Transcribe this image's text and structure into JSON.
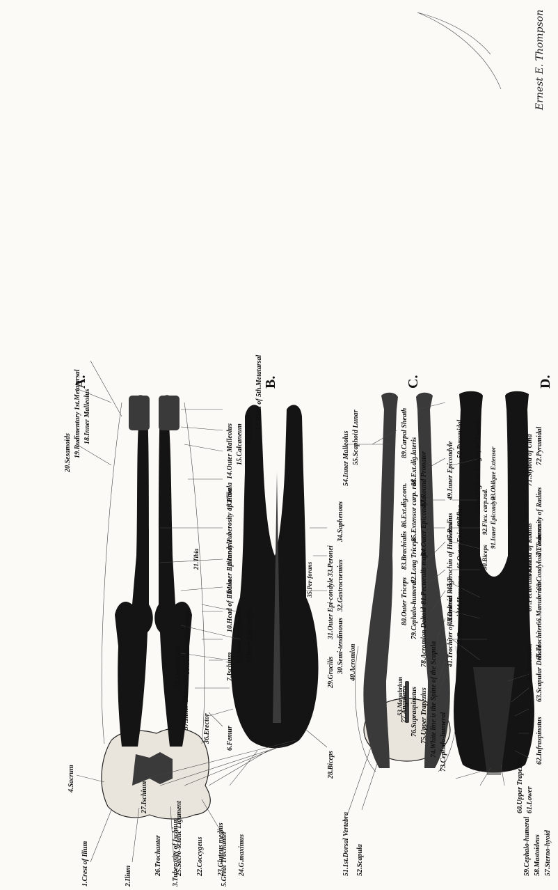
{
  "figures": {
    "a": {
      "letter": "A.",
      "labels_top": [
        "1.Crest of Ilium",
        "2.Ilium",
        "3.Tuberosity of Ischium",
        "5.Great Trochanter",
        "6.Femur",
        "7.Ischium",
        "8.Lesser Trochanter",
        "9.Outer Epicondyle",
        "10.Head of Fibula",
        "11.Inner Epicondyle",
        "12.Inner Tuberosity of Tibia",
        "13.Fibula",
        "14.Outer Malleolus",
        "15.Calcaneum",
        "16.Cuboid",
        "17.Head of 5th.Metatarsal"
      ],
      "labels_bottom": [
        "4.Sacrum",
        "21.Tibia",
        "20.Sesamoids",
        "19.Rudimentary 1st.Metatarsal",
        "18.Inner Malleolus"
      ]
    },
    "b": {
      "letter": "B.",
      "labels_top": [
        "23.Gluteus medius",
        "22.Coccygeus",
        "25.Sacro-sciatic Ligament",
        "26.Trochanter",
        "27.Ischium",
        "28.Biceps"
      ],
      "labels_bottom": [
        "24.G.maximus",
        "36.Erector",
        "37.Inner Obturator",
        "38.Levator ani",
        "39.Semimembranosus",
        "35.Per-forans",
        "29.Gracilis",
        "30.Semi-tendinosus",
        "31.Outer Epi-condyle",
        "32.Gastrocnemius",
        "33.Peronei",
        "34.Saphenous"
      ]
    },
    "c": {
      "letter": "C.",
      "labels_bottom": [
        "40.Acromion",
        "41.Trochiter of Humerus",
        "42.Coracoid",
        "43.Deltoid Ridge",
        "44.Humerus",
        "45.Trochin of Humerus",
        "46.Outer Epicondyle",
        "47.Radius",
        "48.Ulna",
        "49.Inner Epicondyle",
        "50.Pyramidal"
      ],
      "labels_top": [
        "51.1st.Dorsal Vertebra",
        "52.Scapula",
        "53.Manubrium",
        "54.Inner Malleolus",
        "55.Scaphoid Lunar",
        "56.1st.Digit or Finger, or Thumb."
      ]
    },
    "d": {
      "letter": "D.",
      "labels_top": [
        "57.Sterno-hyoid",
        "58.Mastoideus",
        "59.Cephalo-humeral",
        "60.Upper Trapezius",
        "61.Lower",
        "62.Infraspinatus",
        "63.Scapular Deltoid",
        "64.Acromion",
        "65.Trochiter",
        "66.Manubrium",
        "67.Pectoralis minor",
        "68.Condyloid Foramen",
        "69.Head of Radius",
        "70.Tuberosity of Radius",
        "71.Styloid of Ulna",
        "72.Pyramidal"
      ],
      "labels_bottom": [
        "73.Cephalo-humeral",
        "74.White line is the Spine of the Scapula",
        "75.Upper Trapezius",
        "76.Supraspinatus",
        "77.Angularis",
        "78.Acromion Deltoid",
        "79.Cephalo-humeral",
        "80.Outer Triceps",
        "81.Pectoralis major",
        "82.Long Triceps",
        "83.Brachialis",
        "84.Outer Epicondyle",
        "85.Extensor carp. rad.",
        "86.Ext.dig.com.",
        "87.Round Pronator",
        "88.Ext.dig.lateris",
        "89.Carpal Sheath",
        "90.Biceps",
        "91.Inner Epicondyle",
        "92.Flex. carp.rad.",
        "93.Oblique Extensor"
      ]
    }
  },
  "signature": "Ernest E. Thompson"
}
